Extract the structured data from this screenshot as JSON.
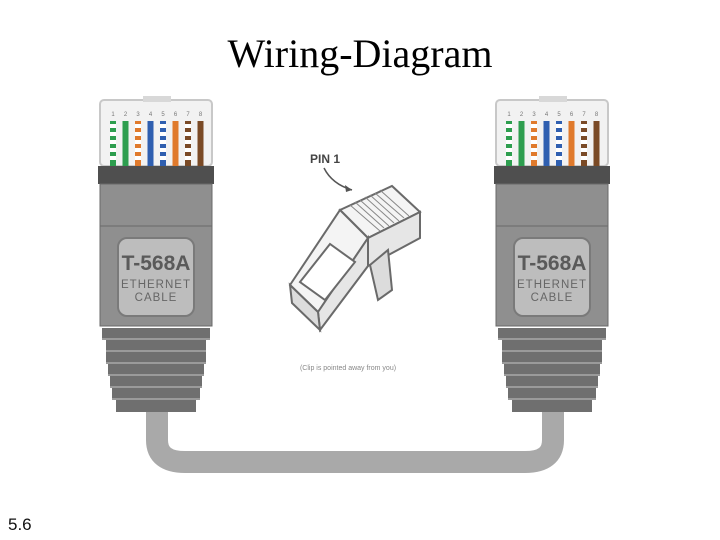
{
  "slide": {
    "title": "Wiring-Diagram",
    "number": "5.6"
  },
  "connectors": [
    {
      "label": "T-568A",
      "sub1": "ETHERNET",
      "sub2": "CABLE"
    },
    {
      "label": "T-568A",
      "sub1": "ETHERNET",
      "sub2": "CABLE"
    }
  ],
  "pins": [
    "1",
    "2",
    "3",
    "4",
    "5",
    "6",
    "7",
    "8"
  ],
  "wires": [
    {
      "pin": "1",
      "color": "#2e9e4f",
      "striped": true
    },
    {
      "pin": "2",
      "color": "#2e9e4f",
      "striped": false
    },
    {
      "pin": "3",
      "color": "#e07a2c",
      "striped": true
    },
    {
      "pin": "4",
      "color": "#2f5fb0",
      "striped": false
    },
    {
      "pin": "5",
      "color": "#2f5fb0",
      "striped": true
    },
    {
      "pin": "6",
      "color": "#e07a2c",
      "striped": false
    },
    {
      "pin": "7",
      "color": "#7a4a26",
      "striped": true
    },
    {
      "pin": "8",
      "color": "#7a4a26",
      "striped": false
    }
  ],
  "inset": {
    "pin_label": "PIN 1",
    "caption": "(Clip is pointed away from you)"
  },
  "colors": {
    "plug_body": "#8f8f8f",
    "plug_dark": "#6f6f6f",
    "label_panel": "#b9b9b9",
    "cable": "#a9a9a9"
  }
}
